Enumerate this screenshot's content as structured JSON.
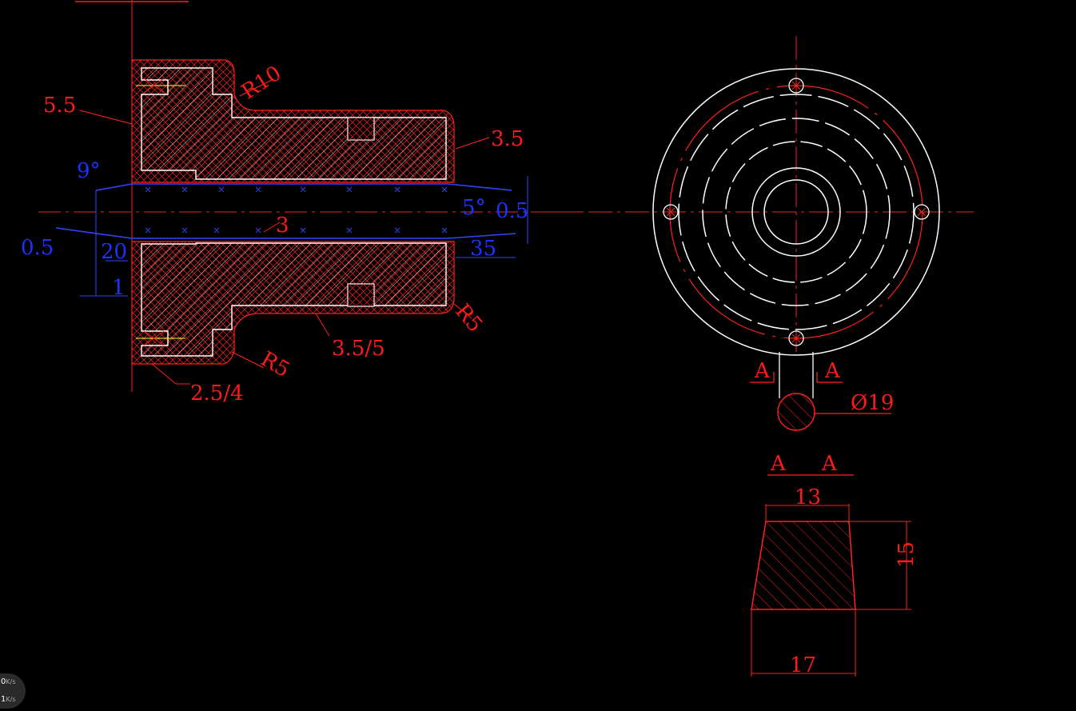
{
  "dims": {
    "left_wall": "5.5",
    "top_radius": "R10",
    "right_wall": "3.5",
    "angle_left": "9°",
    "angle_right": "5°",
    "gap_right": "0.5",
    "gap_left": "0.5",
    "inner_gap": "3",
    "len_left": "20",
    "len_right": "35",
    "small": "1",
    "bottom_wall": "3.5/5",
    "corner_radius_right": "R5",
    "corner_radius_left": "R5",
    "flange": "2.5/4",
    "section_a_left": "A",
    "section_a_right": "A",
    "diameter": "Ø19",
    "sec_title_a1": "A",
    "sec_title_a2": "A",
    "top_width": "13",
    "height": "15",
    "bottom_width": "17"
  },
  "net": {
    "down": "0",
    "down_unit": "K/s",
    "up": "1",
    "up_unit": "K/s"
  },
  "colors": {
    "background": "#000000",
    "outline": "#ffffff",
    "dimension": "#ff1a1a",
    "mold": "#1a33ff"
  }
}
